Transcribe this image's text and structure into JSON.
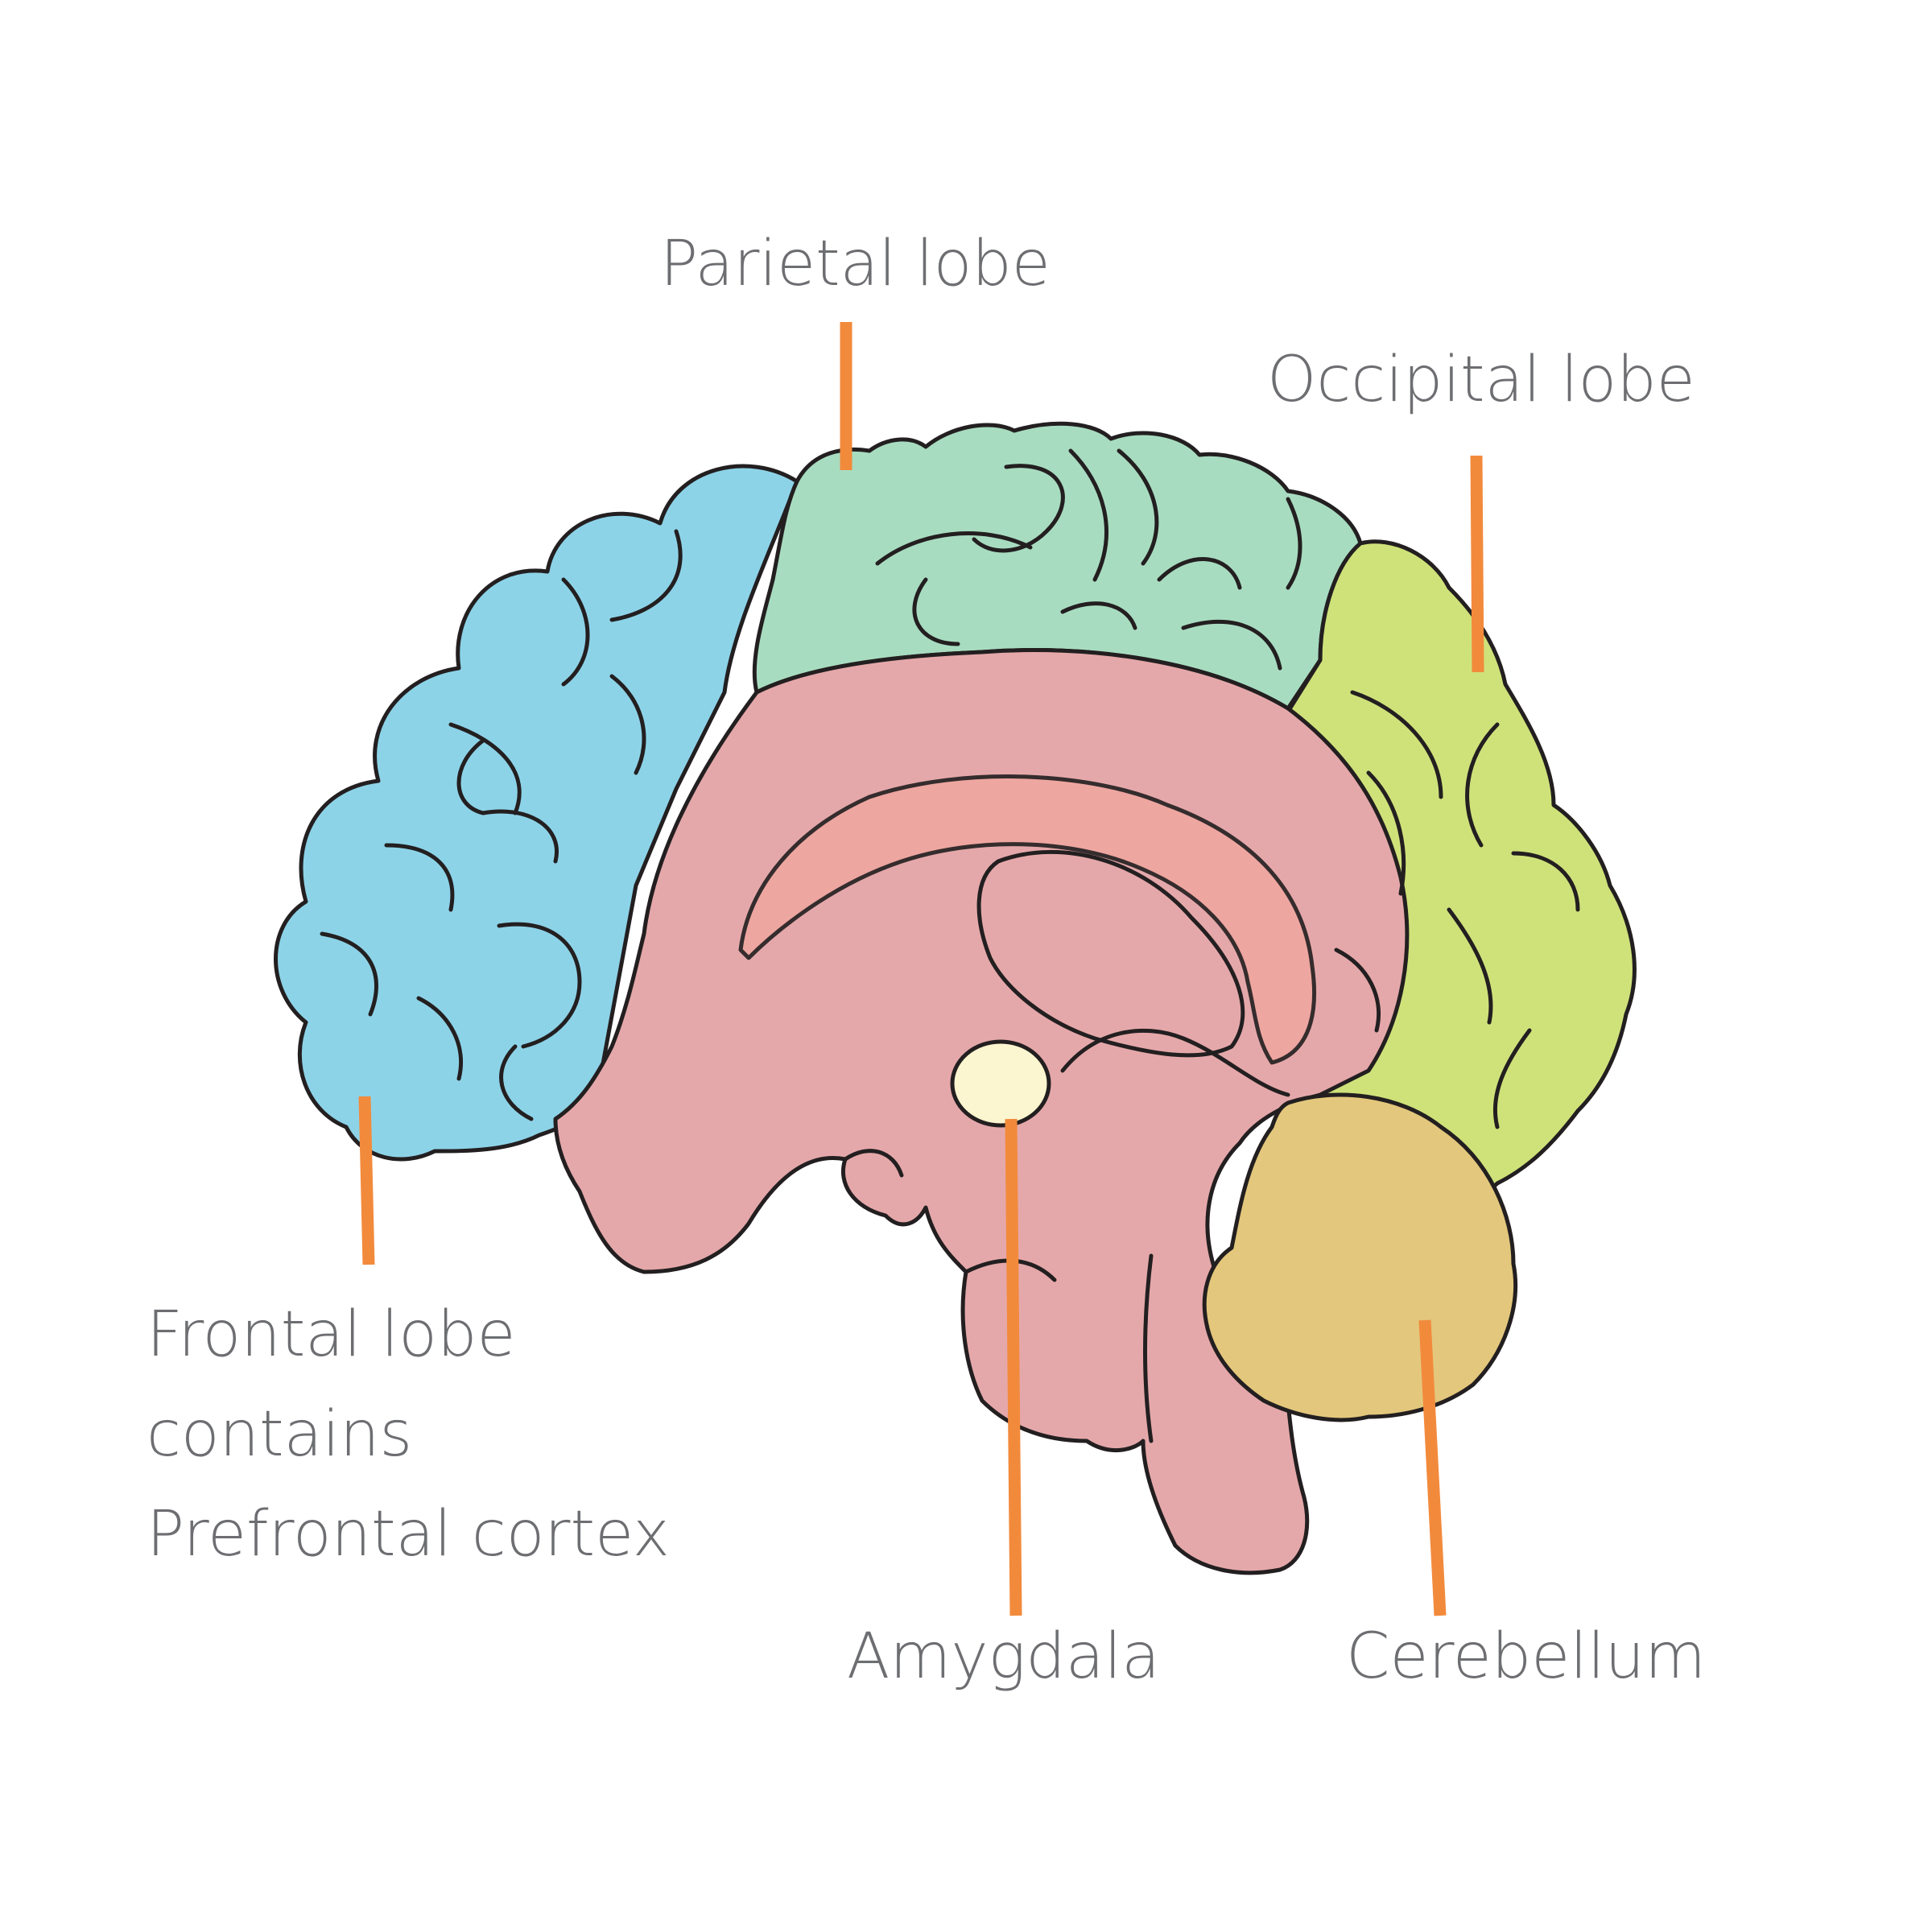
{
  "colors": {
    "frontal": "#8dd3e8",
    "parietal": "#a8dcc0",
    "occipital": "#cfe27a",
    "inner": "#e5a8aa",
    "inner_core": "#f0a6a0",
    "amygdala": "#fbf6cf",
    "cerebellum": "#e3c77c",
    "outline": "#231f20",
    "leader": "#f28a3c",
    "text": "#6d6e71"
  },
  "labels": {
    "parietal": "Parietal lobe",
    "occipital": "Occipital lobe",
    "frontal": [
      "Frontal lobe",
      "contains",
      "Prefrontal cortex"
    ],
    "amygdala": "Amygdala",
    "cerebellum": "Cerebellum"
  }
}
